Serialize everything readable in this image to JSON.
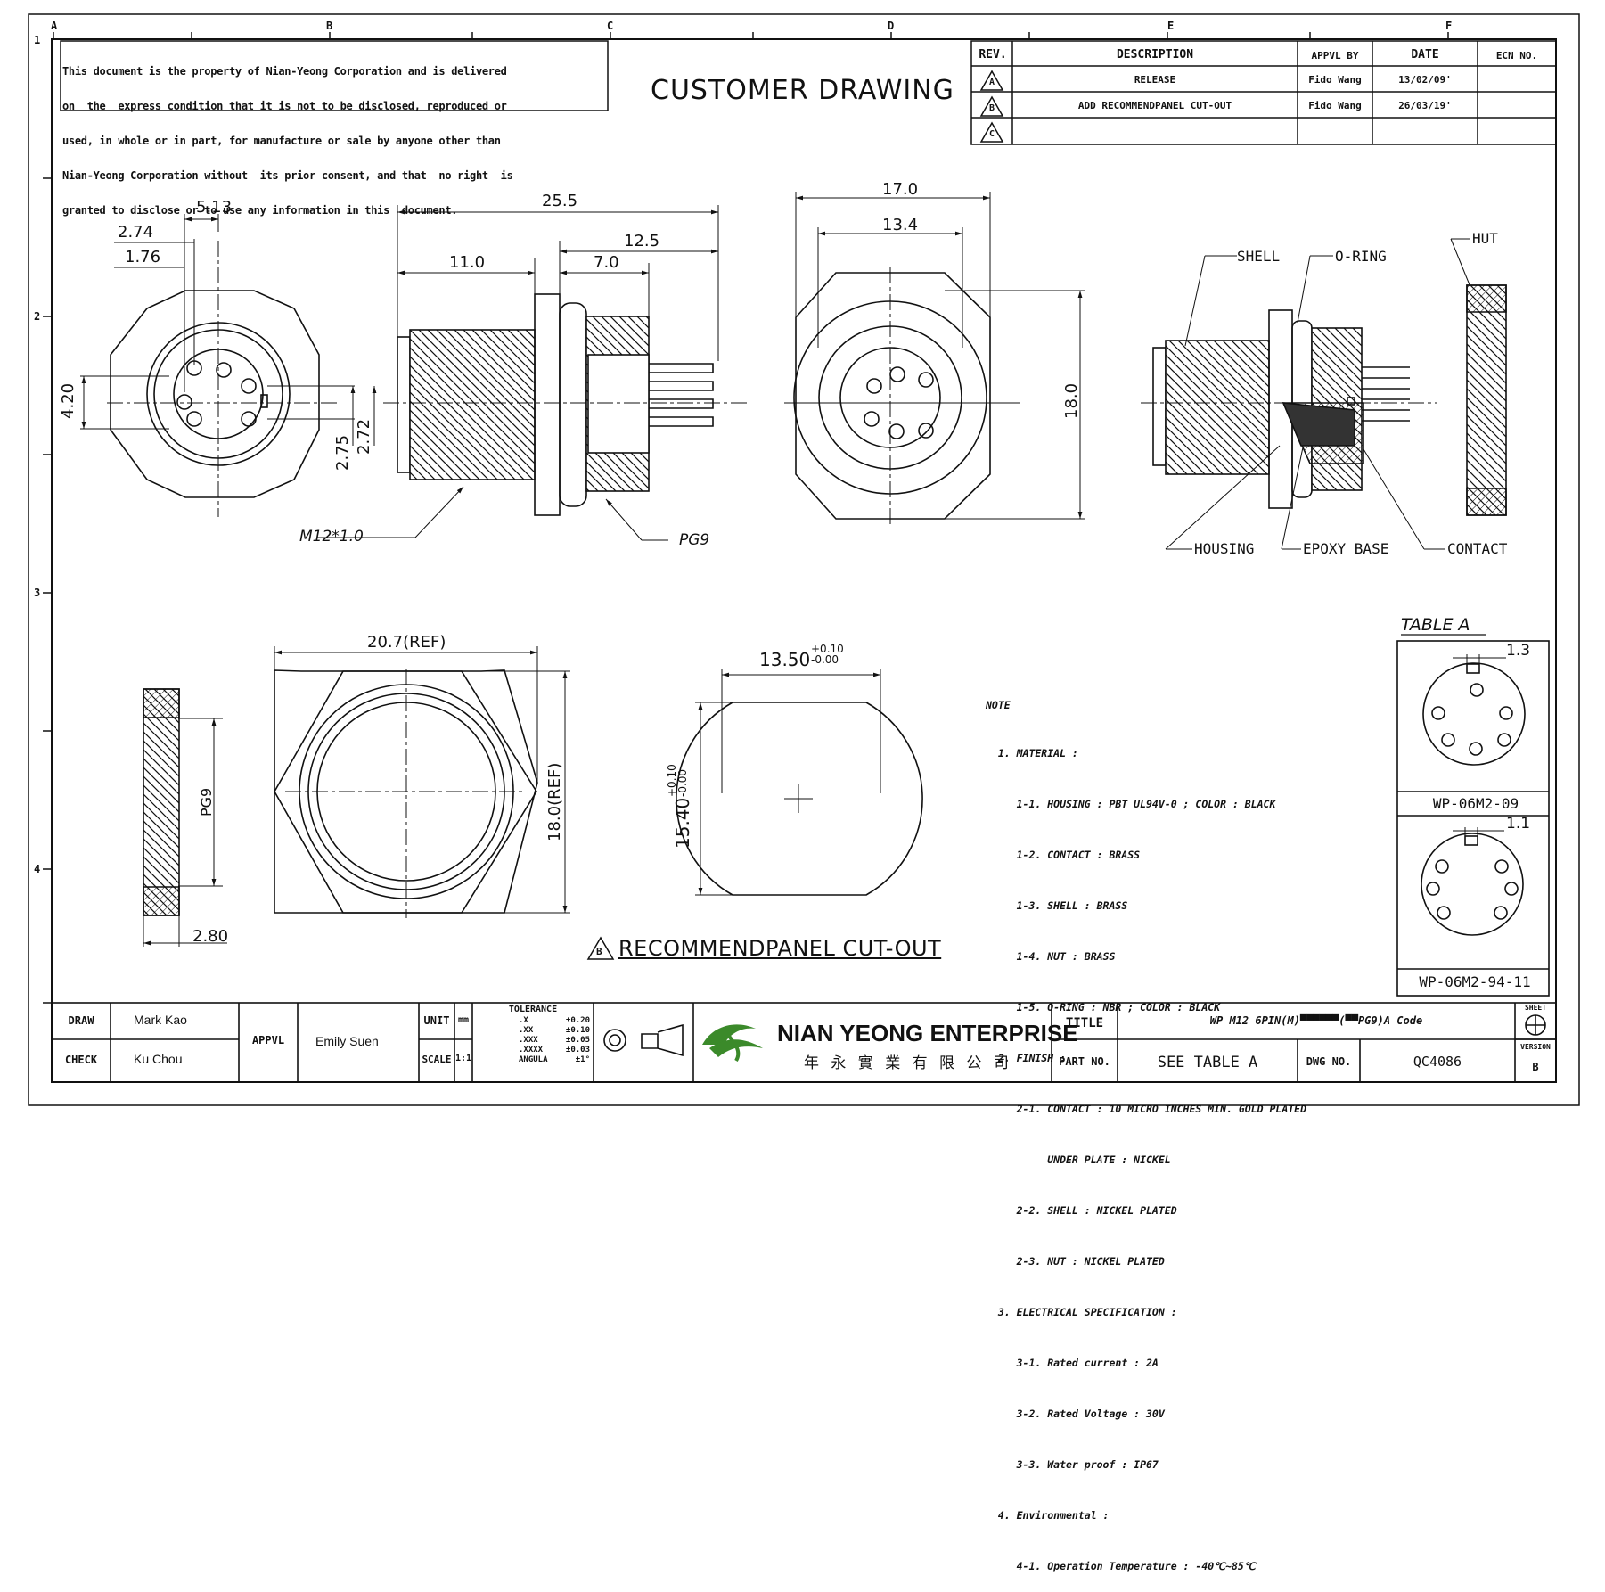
{
  "legal_notice": [
    "This document is the property of Nian-Yeong Corporation and is delivered",
    "on  the  express condition that it is not to be disclosed, reproduced or",
    "used, in whole or in part, for manufacture or sale by anyone other than",
    "Nian-Yeong Corporation without  its prior consent, and that  no right  is",
    "granted to disclose or to use any information in this  document."
  ],
  "drawing_title": "CUSTOMER  DRAWING",
  "grid": {
    "columns": [
      "A",
      "B",
      "C",
      "D",
      "E",
      "F"
    ],
    "rows": [
      "1",
      "2",
      "3",
      "4"
    ]
  },
  "revision_table": {
    "headers": [
      "REV.",
      "DESCRIPTION",
      "APPVL BY",
      "DATE",
      "ECN NO."
    ],
    "rows": [
      {
        "rev": "A",
        "description": "RELEASE",
        "appvl_by": "Fido Wang",
        "date": "13/02/09'",
        "ecn": ""
      },
      {
        "rev": "B",
        "description": "ADD RECOMMENDPANEL CUT-OUT",
        "appvl_by": "Fido Wang",
        "date": "26/03/19'",
        "ecn": ""
      },
      {
        "rev": "C",
        "description": "",
        "appvl_by": "",
        "date": "",
        "ecn": ""
      }
    ]
  },
  "dimensions": {
    "front_view": {
      "d1": "5.13",
      "d2": "2.74",
      "d3": "1.76",
      "d4": "4.20",
      "d5": "2.75",
      "d6": "2.72"
    },
    "side_view": {
      "d1": "25.5",
      "d2": "12.5",
      "d3": "11.0",
      "d4": "7.0",
      "thread": "M12*1.0",
      "pg": "PG9"
    },
    "rear_view": {
      "d1": "17.0",
      "d2": "13.4",
      "d3": "18.0"
    },
    "nut_side": {
      "pg": "PG9",
      "d1": "2.80"
    },
    "nut_front": {
      "d1": "20.7(REF)",
      "d2": "18.0(REF)"
    },
    "cutout": {
      "w_base": "13.50",
      "w_tol_plus": "+0.10",
      "w_tol_minus": "-0.00",
      "h_base": "15.40",
      "h_tol_plus": "+0.10",
      "h_tol_minus": "-0.00",
      "rev_mark": "B",
      "caption": "RECOMMENDPANEL  CUT-OUT"
    }
  },
  "section_labels": {
    "shell": "SHELL",
    "oring": "O-RING",
    "hut": "HUT",
    "housing": "HOUSING",
    "epoxy": "EPOXY BASE",
    "contact": "CONTACT"
  },
  "notes": {
    "heading": "NOTE",
    "lines": [
      "  1. MATERIAL :",
      "     1-1. HOUSING : PBT UL94V-0 ; COLOR : BLACK",
      "     1-2. CONTACT : BRASS",
      "     1-3. SHELL : BRASS",
      "     1-4. NUT : BRASS",
      "     1-5. O-RING : NBR ; COLOR : BLACK",
      "  2. FINISH :",
      "     2-1. CONTACT : 10 MICRO INCHES MIN. GOLD PLATED",
      "          UNDER PLATE : NICKEL",
      "     2-2. SHELL : NICKEL PLATED",
      "     2-3. NUT : NICKEL PLATED",
      "  3. ELECTRICAL SPECIFICATION :",
      "     3-1. Rated current : 2A",
      "     3-2. Rated Voltage : 30V",
      "     3-3. Water proof : IP67",
      "  4. Environmental :",
      "     4-1. Operation Temperature : -40℃~85℃"
    ]
  },
  "table_a": {
    "title": "TABLE  A",
    "items": [
      {
        "dim": "1.3",
        "part": "WP-06M2-09"
      },
      {
        "dim": "1.1",
        "part": "WP-06M2-94-11"
      }
    ]
  },
  "title_block": {
    "draw_label": "DRAW",
    "draw_value": "Mark Kao",
    "check_label": "CHECK",
    "check_value": "Ku Chou",
    "appvl_label": "APPVL",
    "appvl_value": "Emily Suen",
    "unit_label": "UNIT",
    "unit_value": "mm",
    "scale_label": "SCALE",
    "scale_value": "1:1",
    "tolerance_label": "TOLERANCE",
    "tolerances": [
      {
        "k": ".X",
        "v": "±0.20"
      },
      {
        "k": ".XX",
        "v": "±0.10"
      },
      {
        "k": ".XXX",
        "v": "±0.05"
      },
      {
        "k": ".XXXX",
        "v": "±0.03"
      },
      {
        "k": "ANGULA",
        "v": "±1°"
      }
    ],
    "company_en": "NIAN YEONG ENTERPRISE",
    "company_zh": "年 永 實 業 有 限 公 司",
    "title_label": "TITLE",
    "title_value": "WP M12 6PIN(M)▀▀▀▀▀▀(▀▀PG9)A Code",
    "part_label": "PART NO.",
    "part_value": "SEE TABLE A",
    "dwg_label": "DWG NO.",
    "dwg_value": "QC4086",
    "sheet_label": "SHEET",
    "version_label": "VERSION",
    "version_value": "B"
  }
}
